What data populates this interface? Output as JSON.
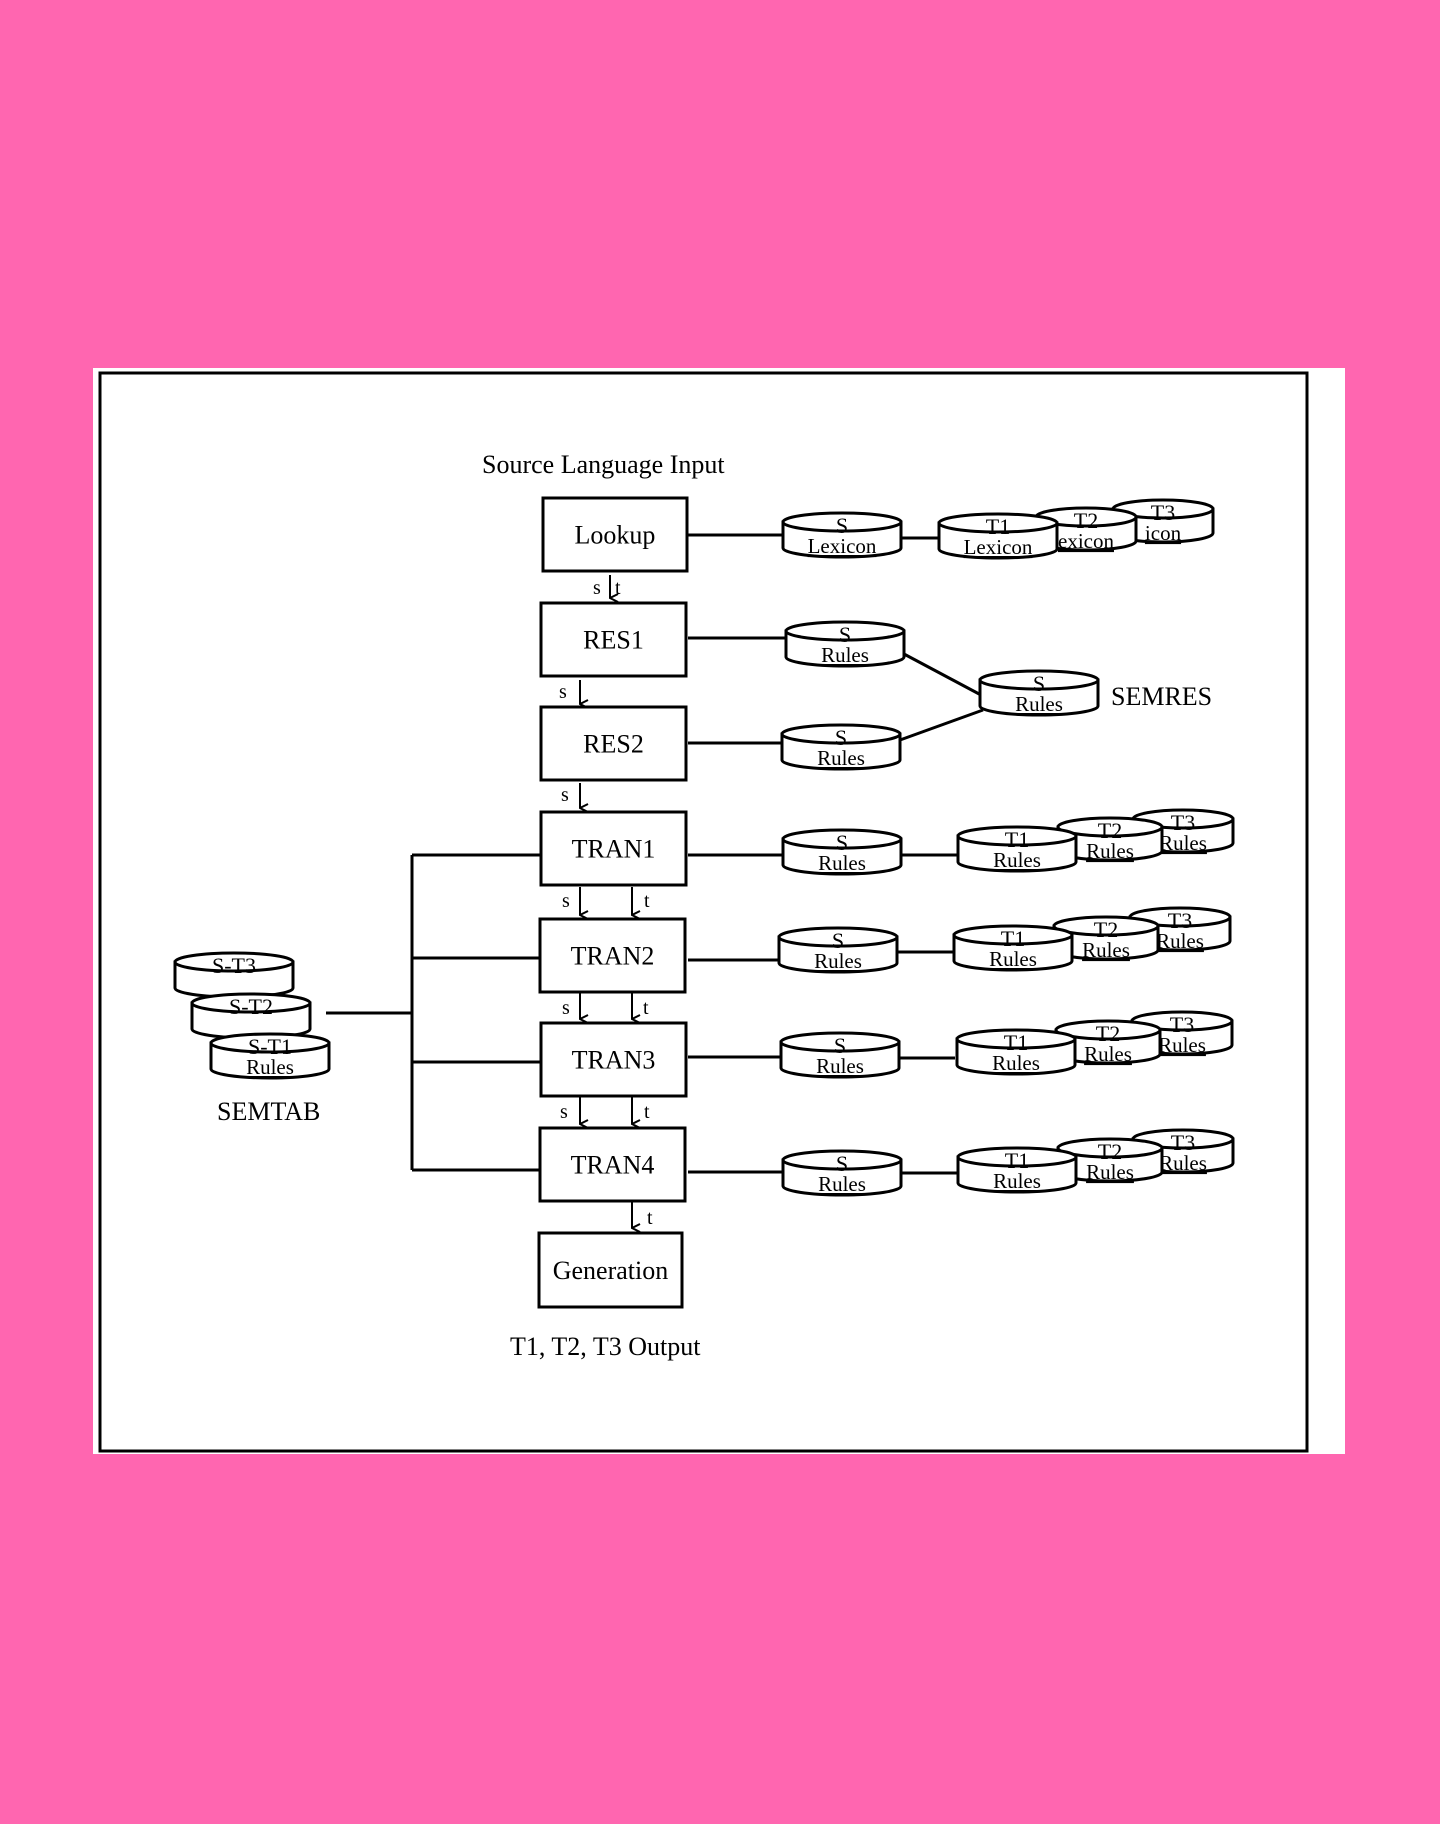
{
  "colors": {
    "background": "#ff66b0",
    "panel": "#ffffff",
    "ink": "#000000"
  },
  "labels": {
    "input": "Source Language Input",
    "output": "T1, T2, T3 Output",
    "semres": "SEMRES",
    "semtab": "SEMTAB"
  },
  "modules": [
    {
      "id": "lookup",
      "label": "Lookup"
    },
    {
      "id": "res1",
      "label": "RES1"
    },
    {
      "id": "res2",
      "label": "RES2"
    },
    {
      "id": "tran1",
      "label": "TRAN1"
    },
    {
      "id": "tran2",
      "label": "TRAN2"
    },
    {
      "id": "tran3",
      "label": "TRAN3"
    },
    {
      "id": "tran4",
      "label": "TRAN4"
    },
    {
      "id": "generation",
      "label": "Generation"
    }
  ],
  "flow_labels": {
    "lookup_s": "s",
    "lookup_t": "t",
    "res1_s": "s",
    "res2_s": "s",
    "tran1_s": "s",
    "tran1_t": "t",
    "tran2_s": "s",
    "tran2_t": "t",
    "tran3_s": "s",
    "tran3_t": "t",
    "tran4_t": "t"
  },
  "databases": {
    "lookup_s": {
      "top": "S",
      "bottom": "Lexicon"
    },
    "lookup_t1": {
      "top": "T1",
      "bottom": "Lexicon"
    },
    "lookup_t2": {
      "top": "T2",
      "bottom": "exicon"
    },
    "lookup_t3": {
      "top": "T3",
      "bottom": "icon"
    },
    "res1_s": {
      "top": "S",
      "bottom": "Rules"
    },
    "res2_s": {
      "top": "S",
      "bottom": "Rules"
    },
    "semres_s": {
      "top": "S",
      "bottom": "Rules"
    },
    "tran1_s": {
      "top": "S",
      "bottom": "Rules"
    },
    "tran1_t1": {
      "top": "T1",
      "bottom": "Rules"
    },
    "tran1_t2": {
      "top": "T2",
      "bottom": "Rules"
    },
    "tran1_t3": {
      "top": "T3",
      "bottom": "Rules"
    },
    "tran2_s": {
      "top": "S",
      "bottom": "Rules"
    },
    "tran2_t1": {
      "top": "T1",
      "bottom": "Rules"
    },
    "tran2_t2": {
      "top": "T2",
      "bottom": "Rules"
    },
    "tran2_t3": {
      "top": "T3",
      "bottom": "Rules"
    },
    "tran3_s": {
      "top": "S",
      "bottom": "Rules"
    },
    "tran3_t1": {
      "top": "T1",
      "bottom": "Rules"
    },
    "tran3_t2": {
      "top": "T2",
      "bottom": "Rules"
    },
    "tran3_t3": {
      "top": "T3",
      "bottom": "Rules"
    },
    "tran4_s": {
      "top": "S",
      "bottom": "Rules"
    },
    "tran4_t1": {
      "top": "T1",
      "bottom": "Rules"
    },
    "tran4_t2": {
      "top": "T2",
      "bottom": "Rules"
    },
    "tran4_t3": {
      "top": "T3",
      "bottom": "Rules"
    },
    "semtab_t3": {
      "top": "S-T3",
      "bottom": ""
    },
    "semtab_t2": {
      "top": "S-T2",
      "bottom": ""
    },
    "semtab_t1": {
      "top": "S-T1",
      "bottom": "Rules"
    }
  }
}
